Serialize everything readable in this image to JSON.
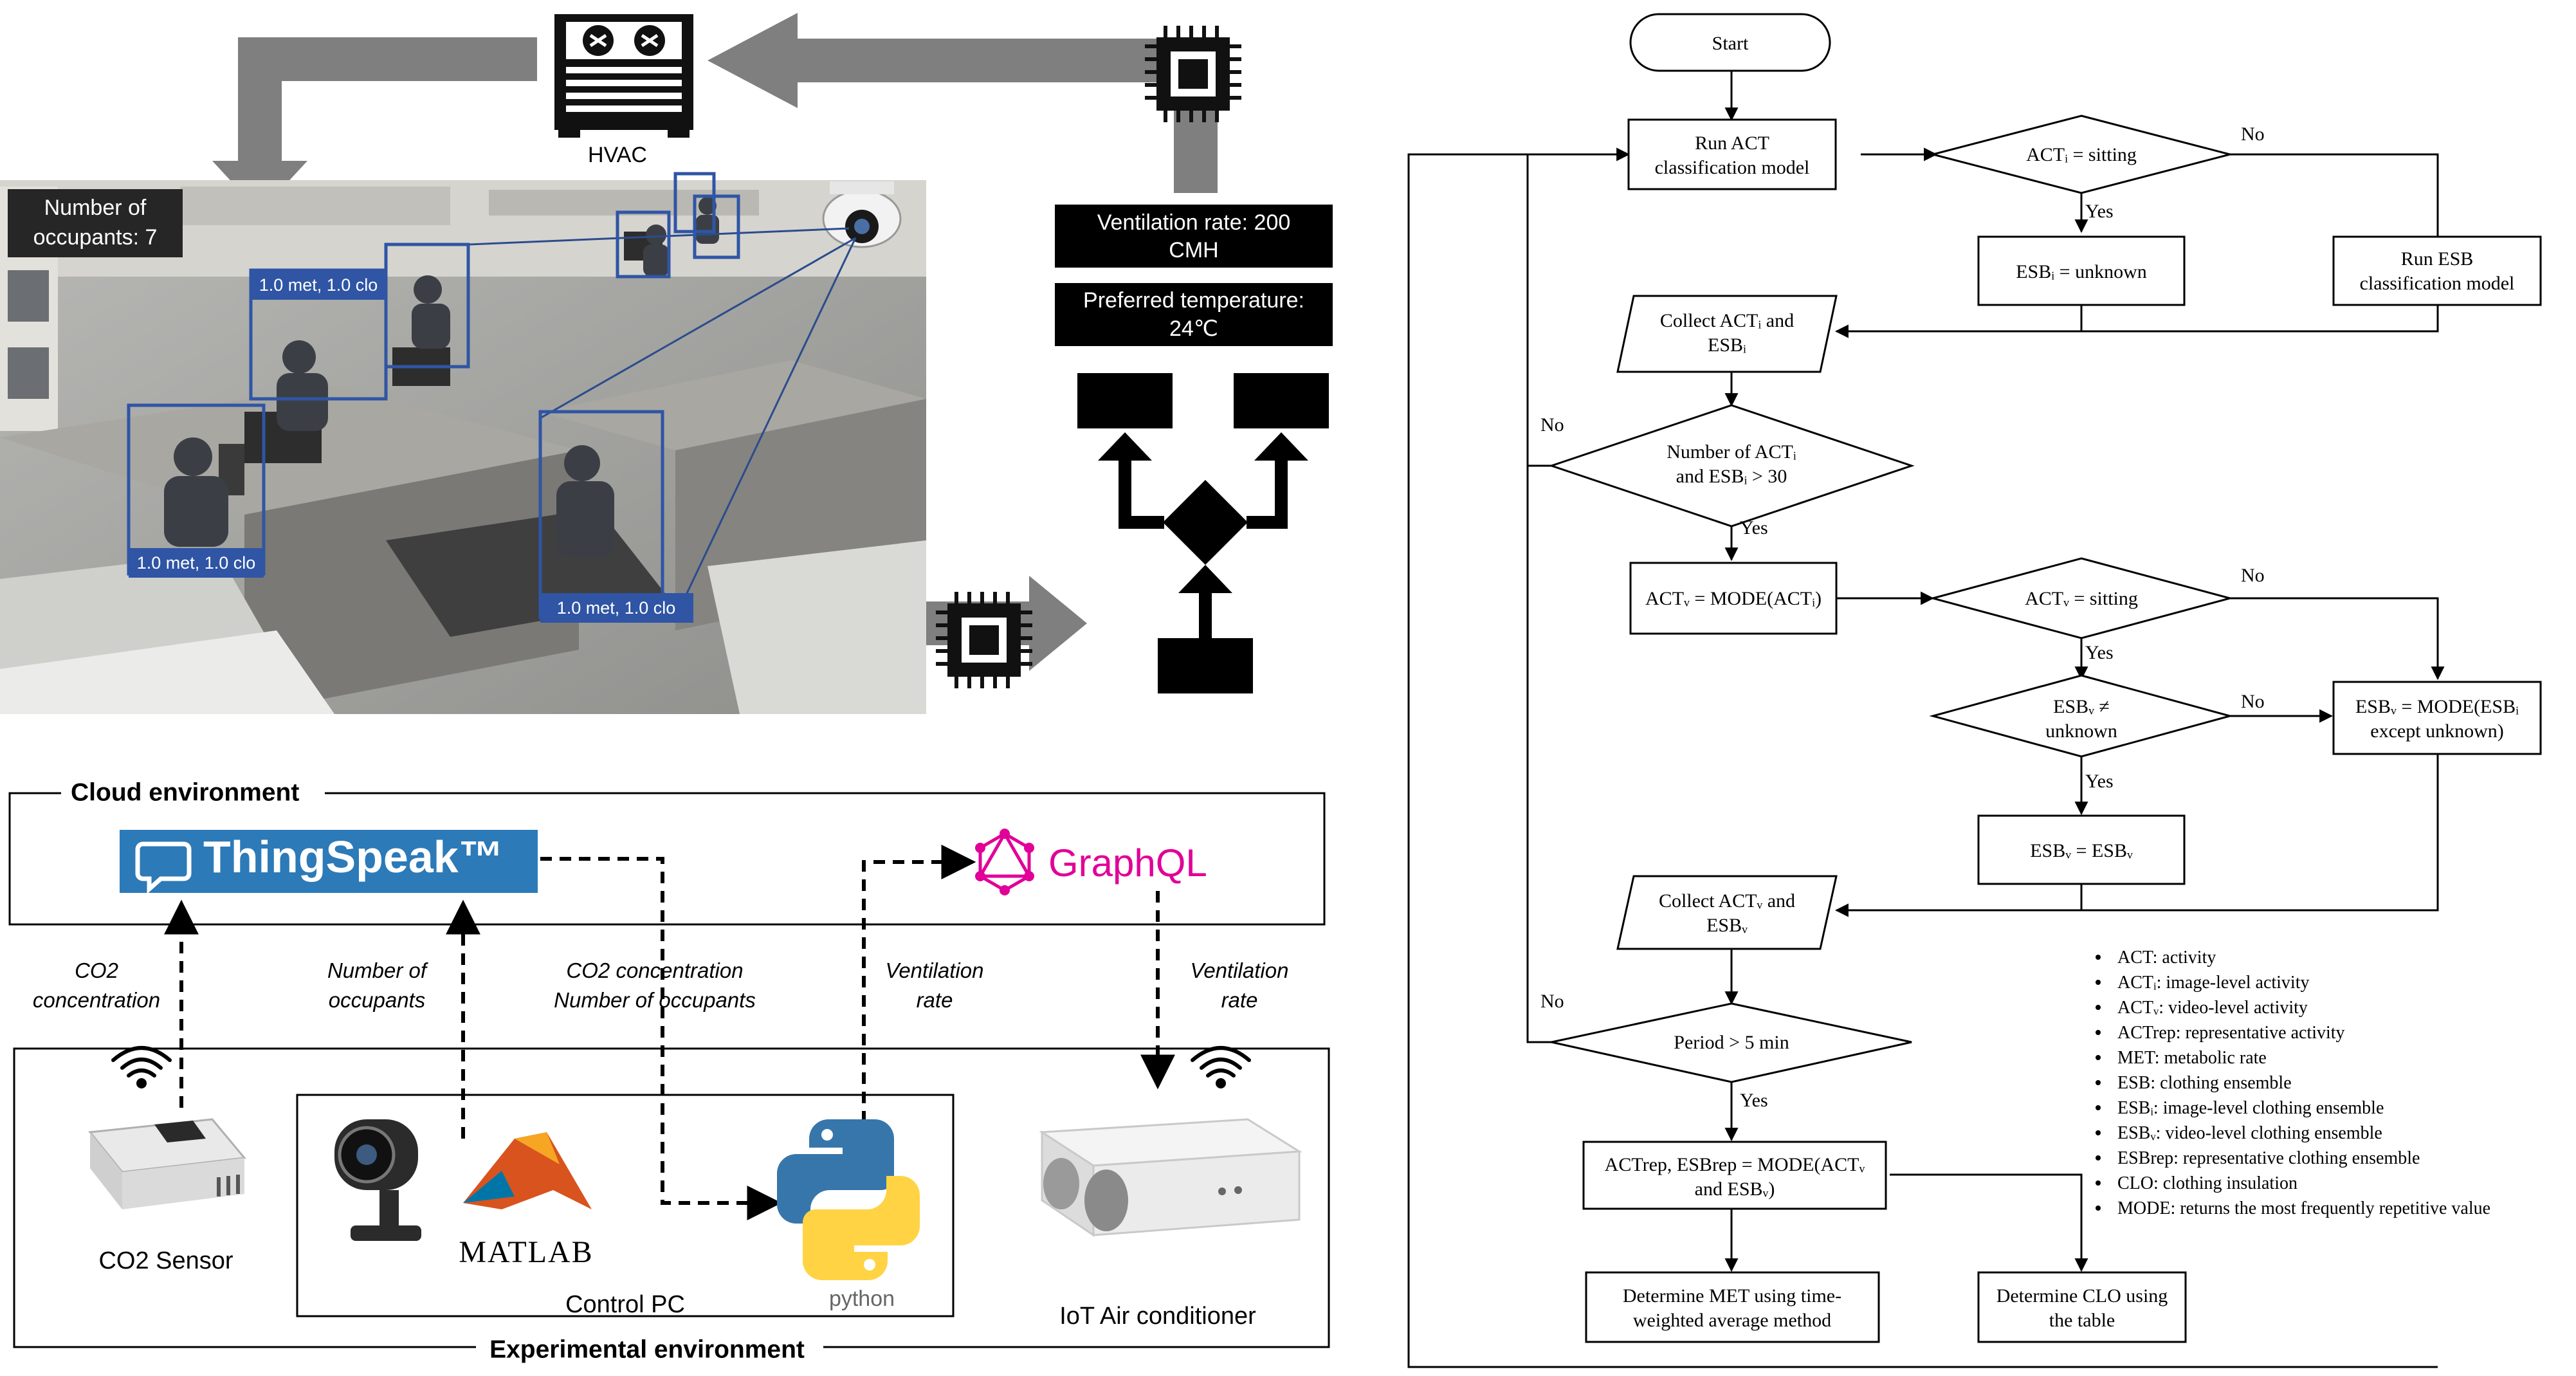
{
  "hvac": {
    "label": "HVAC",
    "occupants_text": [
      "Number of",
      "occupants: 7"
    ],
    "detections": [
      "1.0 met, 1.0 clo",
      "1.0 met, 1.0 clo",
      "1.0 met, 1.0 clo"
    ],
    "ventilation_text": [
      "Ventilation rate: 200",
      "CMH"
    ],
    "temperature_text": [
      "Preferred temperature:",
      "24℃"
    ]
  },
  "cloud": {
    "title": "Cloud environment",
    "thingspeak": "ThingSpeak™",
    "graphql": "GraphQL",
    "flows": {
      "co2": [
        "CO2",
        "concentration"
      ],
      "occupants": [
        "Number of",
        "occupants"
      ],
      "both": [
        "CO2 concentration",
        "Number of occupants"
      ],
      "vent1": [
        "Ventilation",
        "rate"
      ],
      "vent2": [
        "Ventilation",
        "rate"
      ]
    }
  },
  "experiment": {
    "title": "Experimental environment",
    "co2_sensor": "CO2 Sensor",
    "control_pc": "Control PC",
    "matlab": "MATLAB",
    "python": "python",
    "iot": "IoT Air conditioner"
  },
  "flowchart": {
    "start": "Start",
    "run_act": [
      "Run ACT",
      "classification model"
    ],
    "d1": "ACTᵢ = sitting",
    "esb_unknown": "ESBᵢ = unknown",
    "run_esb": [
      "Run ESB",
      "classification model"
    ],
    "collect1": [
      "Collect ACTᵢ and",
      "ESBᵢ"
    ],
    "d2": [
      "Number of ACTᵢ",
      "and ESBᵢ > 30"
    ],
    "act_mode": "ACTᵥ = MODE(ACTᵢ)",
    "d3": "ACTᵥ = sitting",
    "d4": [
      "ESBᵥ ≠",
      "unknown"
    ],
    "esb_mode": [
      "ESBᵥ = MODE(ESBᵢ",
      "except unknown)"
    ],
    "esb_eq": "ESBᵥ = ESBᵥ",
    "collect2": [
      "Collect ACTᵥ and",
      "ESBᵥ"
    ],
    "d5": "Period > 5 min",
    "rep": [
      "ACTrep, ESBrep = MODE(ACTᵥ",
      "and ESBᵥ)"
    ],
    "met": [
      "Determine MET using time-",
      "weighted average method"
    ],
    "clo": [
      "Determine CLO using",
      "the table"
    ],
    "yes": "Yes",
    "no": "No",
    "legend": [
      "ACT: activity",
      "ACTᵢ: image-level activity",
      "ACTᵥ: video-level activity",
      "ACTrep: representative activity",
      "MET: metabolic rate",
      "ESB: clothing ensemble",
      "ESBᵢ: image-level clothing ensemble",
      "ESBᵥ: video-level clothing ensemble",
      "ESBrep: representative clothing ensemble",
      "CLO: clothing insulation",
      "MODE: returns the most frequently repetitive value"
    ]
  }
}
